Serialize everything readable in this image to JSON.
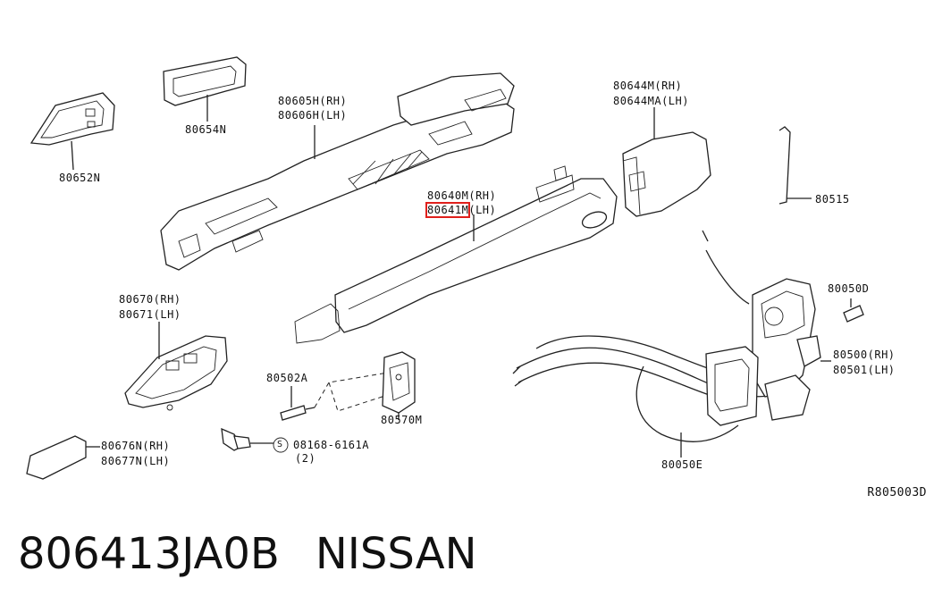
{
  "labels": {
    "p80654N": "80654N",
    "p80652N": "80652N",
    "p80605H": "80605H(RH)",
    "p80606H": "80606H(LH)",
    "p80640M": "80640M(RH)",
    "p80641M_part": "80641M",
    "p80641M_side": "(LH)",
    "p80644M": "80644M(RH)",
    "p80644MA": "80644MA(LH)",
    "p80515": "80515",
    "p80670": "80670(RH)",
    "p80671": "80671(LH)",
    "p80050D": "80050D",
    "p80500": "80500(RH)",
    "p80501": "80501(LH)",
    "p80502A": "80502A",
    "p80570M": "80570M",
    "p80676N": "80676N(RH)",
    "p80677N": "80677N(LH)",
    "p08168_s": "S",
    "p08168": "08168-6161A",
    "p08168_qty": "(2)",
    "p80050E": "80050E"
  },
  "highlight_color": "#e0201c",
  "reference_code": "R805003D",
  "footer": {
    "part_number": "806413JA0B",
    "brand": "NISSAN"
  }
}
